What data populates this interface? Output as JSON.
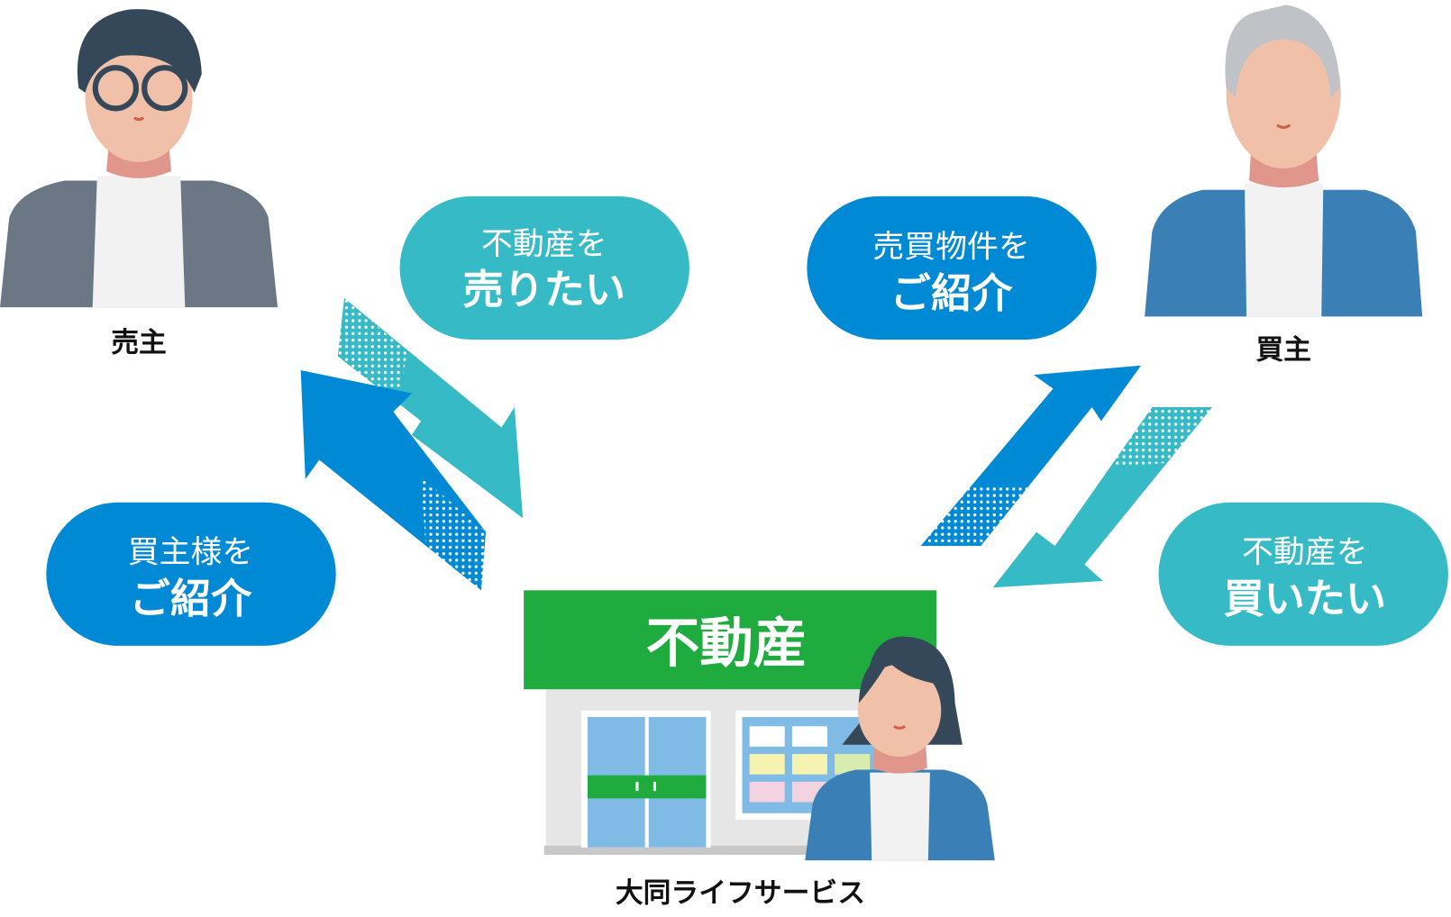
{
  "seller": {
    "label": "売主"
  },
  "buyer": {
    "label": "買主"
  },
  "agency": {
    "sign": "不動産",
    "label": "大同ライフサービス"
  },
  "bubbles": {
    "seller_want": {
      "line1": "不動産を",
      "line2": "売りたい"
    },
    "introduce_property": {
      "line1": "売買物件を",
      "line2": "ご紹介"
    },
    "introduce_buyer": {
      "line1": "買主様を",
      "line2": "ご紹介"
    },
    "buyer_want": {
      "line1": "不動産を",
      "line2": "買いたい"
    }
  },
  "colors": {
    "teal": "#35bac6",
    "blue": "#0089d5",
    "green": "#1fab3d"
  }
}
